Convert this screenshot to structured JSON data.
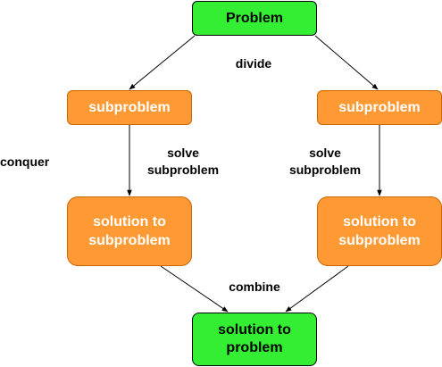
{
  "nodes": {
    "problem": "Problem",
    "subproblem_left": "subproblem",
    "subproblem_right": "subproblem",
    "solution_left": "solution to\nsubproblem",
    "solution_right": "solution to\nsubproblem",
    "final_solution": "solution to\nproblem"
  },
  "edge_labels": {
    "divide": "divide",
    "conquer": "conquer",
    "solve_left": "solve\nsubproblem",
    "solve_right": "solve\nsubproblem",
    "combine": "combine"
  },
  "colors": {
    "root_fill": "#33ee33",
    "leaf_fill": "#ff9933",
    "text_on_orange": "#ffffff",
    "stroke": "#000000"
  }
}
